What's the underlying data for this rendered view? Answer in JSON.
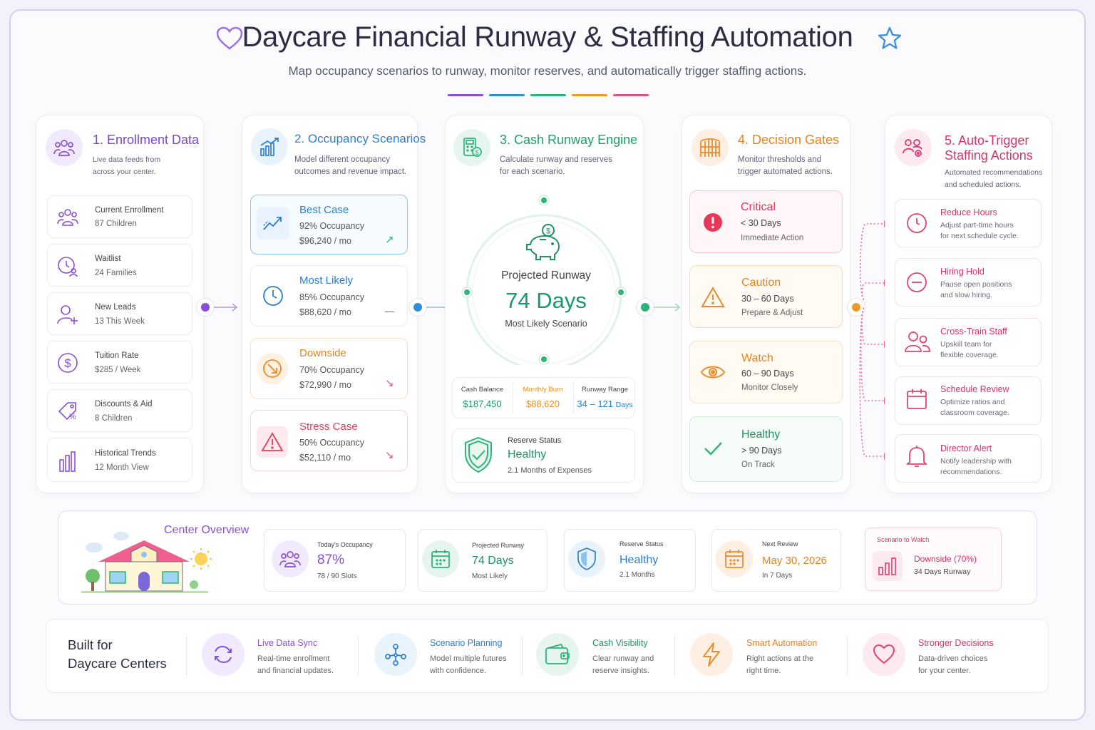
{
  "header": {
    "title": "Daycare Financial Runway & Staffing Automation",
    "subtitle": "Map occupancy scenarios to runway, monitor reserves, and automatically trigger staffing actions.",
    "accent_colors": [
      "#8a4fd8",
      "#2d8fd8",
      "#2eb37a",
      "#f0982a",
      "#e8517f"
    ],
    "icons": {
      "left": "heart-icon",
      "right": "star-icon"
    }
  },
  "enrollment": {
    "title": "1. Enrollment Data",
    "desc1": "Live data feeds from",
    "desc2": "across your center.",
    "items": [
      {
        "name": "Current Enrollment",
        "value": "87 Children",
        "icon": "children-icon"
      },
      {
        "name": "Waitlist",
        "value": "24 Families",
        "icon": "clock-user-icon"
      },
      {
        "name": "New Leads",
        "value": "13 This Week",
        "icon": "add-user-icon"
      },
      {
        "name": "Tuition Rate",
        "value": "$285 / Week",
        "icon": "dollar-icon"
      },
      {
        "name": "Discounts & Aid",
        "value": "8 Children",
        "icon": "discount-tag-icon"
      },
      {
        "name": "Historical Trends",
        "value": "12 Month View",
        "icon": "bar-chart-icon"
      }
    ]
  },
  "scenarios": {
    "title": "2. Occupancy Scenarios",
    "desc1": "Model different occupancy",
    "desc2": "outcomes and revenue impact.",
    "items": [
      {
        "name": "Best Case",
        "occupancy": "92% Occupancy",
        "revenue": "$96,240 / mo",
        "trend": "↗"
      },
      {
        "name": "Most Likely",
        "occupancy": "85% Occupancy",
        "revenue": "$88,620 / mo",
        "trend": "—"
      },
      {
        "name": "Downside",
        "occupancy": "70% Occupancy",
        "revenue": "$72,990 / mo",
        "trend": "↘"
      },
      {
        "name": "Stress Case",
        "occupancy": "50% Occupancy",
        "revenue": "$52,110 / mo",
        "trend": "↘"
      }
    ]
  },
  "runway": {
    "title": "3. Cash Runway Engine",
    "desc1": "Calculate runway and reserves",
    "desc2": "for each scenario.",
    "projected_label": "Projected Runway",
    "days": "74 Days",
    "scenario": "Most Likely Scenario",
    "stats": [
      {
        "label": "Cash Balance",
        "value": "$187,450"
      },
      {
        "label": "Monthly Burn",
        "value": "$88,620"
      },
      {
        "label": "Runway Range",
        "value": "34 – 121",
        "unit": "Days"
      }
    ],
    "reserve": {
      "label": "Reserve Status",
      "value": "Healthy",
      "sub": "2.1 Months of Expenses"
    }
  },
  "gates": {
    "title": "4. Decision Gates",
    "desc1": "Monitor thresholds and",
    "desc2": "trigger automated actions.",
    "items": [
      {
        "name": "Critical",
        "range": "< 30 Days",
        "action": "Immediate Action"
      },
      {
        "name": "Caution",
        "range": "30 – 60 Days",
        "action": "Prepare & Adjust"
      },
      {
        "name": "Watch",
        "range": "60 – 90 Days",
        "action": "Monitor Closely"
      },
      {
        "name": "Healthy",
        "range": "> 90 Days",
        "action": "On Track"
      }
    ]
  },
  "actions": {
    "title1": "5. Auto-Trigger",
    "title2": "Staffing Actions",
    "desc1": "Automated recommendations",
    "desc2": "and scheduled actions.",
    "items": [
      {
        "name": "Reduce Hours",
        "d1": "Adjust part-time hours",
        "d2": "for next schedule cycle."
      },
      {
        "name": "Hiring Hold",
        "d1": "Pause open positions",
        "d2": "and slow hiring."
      },
      {
        "name": "Cross-Train Staff",
        "d1": "Upskill team for",
        "d2": "flexible coverage."
      },
      {
        "name": "Schedule Review",
        "d1": "Optimize ratios and",
        "d2": "classroom coverage."
      },
      {
        "name": "Director Alert",
        "d1": "Notify leadership with",
        "d2": "recommendations."
      }
    ]
  },
  "overview": {
    "title": "Center Overview",
    "cards": [
      {
        "label": "Today's Occupancy",
        "value": "87%",
        "sub": "78 / 90 Slots"
      },
      {
        "label": "Projected Runway",
        "value": "74 Days",
        "sub": "Most Likely"
      },
      {
        "label": "Reserve Status",
        "value": "Healthy",
        "sub": "2.1 Months"
      },
      {
        "label": "Next Review",
        "value": "May 30, 2026",
        "sub": "In 7 Days"
      },
      {
        "label": "Scenario to Watch",
        "value": "Downside (70%)",
        "sub": "34 Days Runway"
      }
    ]
  },
  "footer": {
    "title1": "Built for",
    "title2": "Daycare Centers",
    "features": [
      {
        "name": "Live Data Sync",
        "d1": "Real-time enrollment",
        "d2": "and financial updates."
      },
      {
        "name": "Scenario Planning",
        "d1": "Model multiple futures",
        "d2": "with confidence."
      },
      {
        "name": "Cash Visibility",
        "d1": "Clear runway and",
        "d2": "reserve insights."
      },
      {
        "name": "Smart Automation",
        "d1": "Right actions at the",
        "d2": "right time."
      },
      {
        "name": "Stronger Decisions",
        "d1": "Data-driven choices",
        "d2": "for your center."
      }
    ]
  }
}
